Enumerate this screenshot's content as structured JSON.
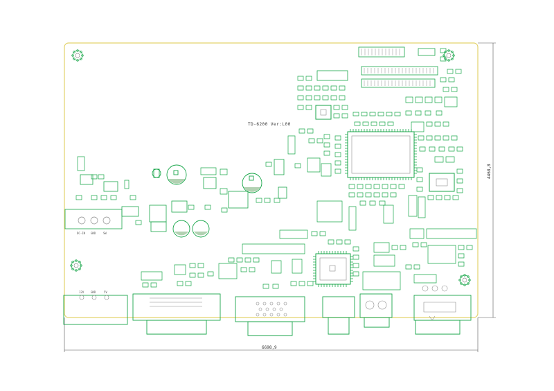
{
  "board": {
    "model_label": "TD-6200  Ver:L00",
    "width_dimension": "6698,9",
    "height_dimension": "4468,8"
  },
  "connector_labels": {
    "power_left": [
      "DC-IN",
      "GND",
      "SW"
    ],
    "bottom_left": [
      "12V",
      "GND",
      "5V"
    ]
  },
  "colors": {
    "outline": "#e3d36c",
    "component": "#19a64a",
    "silk": "#8c8c8c",
    "dimension": "#555555"
  }
}
